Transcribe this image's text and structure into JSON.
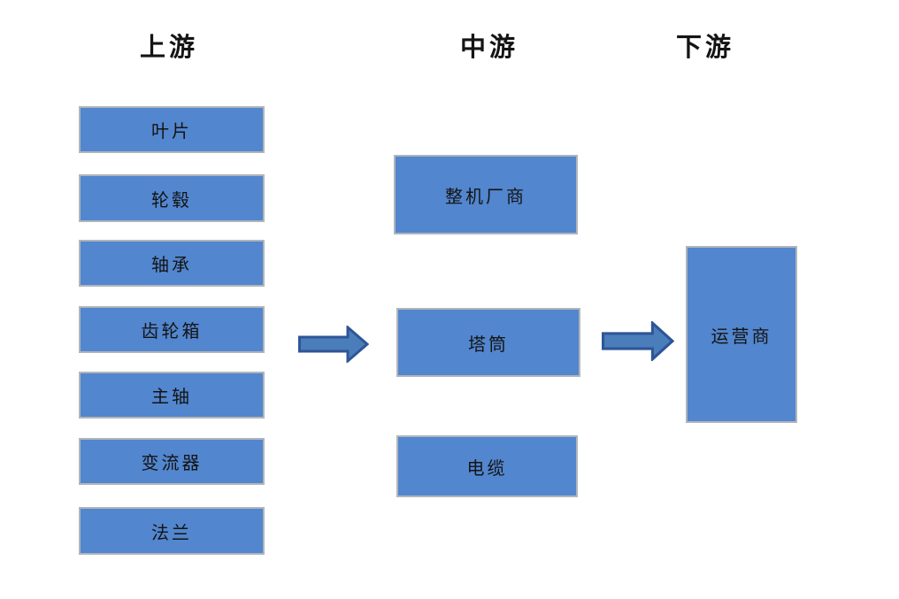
{
  "diagram": {
    "type": "industry-chain-flowchart",
    "columns": [
      {
        "header": "上游",
        "boxes": [
          {
            "label": "叶片"
          },
          {
            "label": "轮毂"
          },
          {
            "label": "轴承"
          },
          {
            "label": "齿轮箱"
          },
          {
            "label": "主轴"
          },
          {
            "label": "变流器"
          },
          {
            "label": "法兰"
          }
        ]
      },
      {
        "header": "中游",
        "boxes": [
          {
            "label": "整机厂商"
          },
          {
            "label": "塔筒"
          },
          {
            "label": "电缆"
          }
        ]
      },
      {
        "header": "下游",
        "boxes": [
          {
            "label": "运营商"
          }
        ]
      }
    ],
    "arrows": [
      {
        "name": "upstream-to-midstream",
        "direction": "right"
      },
      {
        "name": "midstream-to-downstream",
        "direction": "right"
      }
    ]
  },
  "colors": {
    "box_fill": "#5286ce",
    "box_border": "#b0b5bb",
    "arrow_fill": "#4a7ebb",
    "arrow_border": "#2f5597",
    "text_color": "#141414",
    "background": "#ffffff"
  }
}
